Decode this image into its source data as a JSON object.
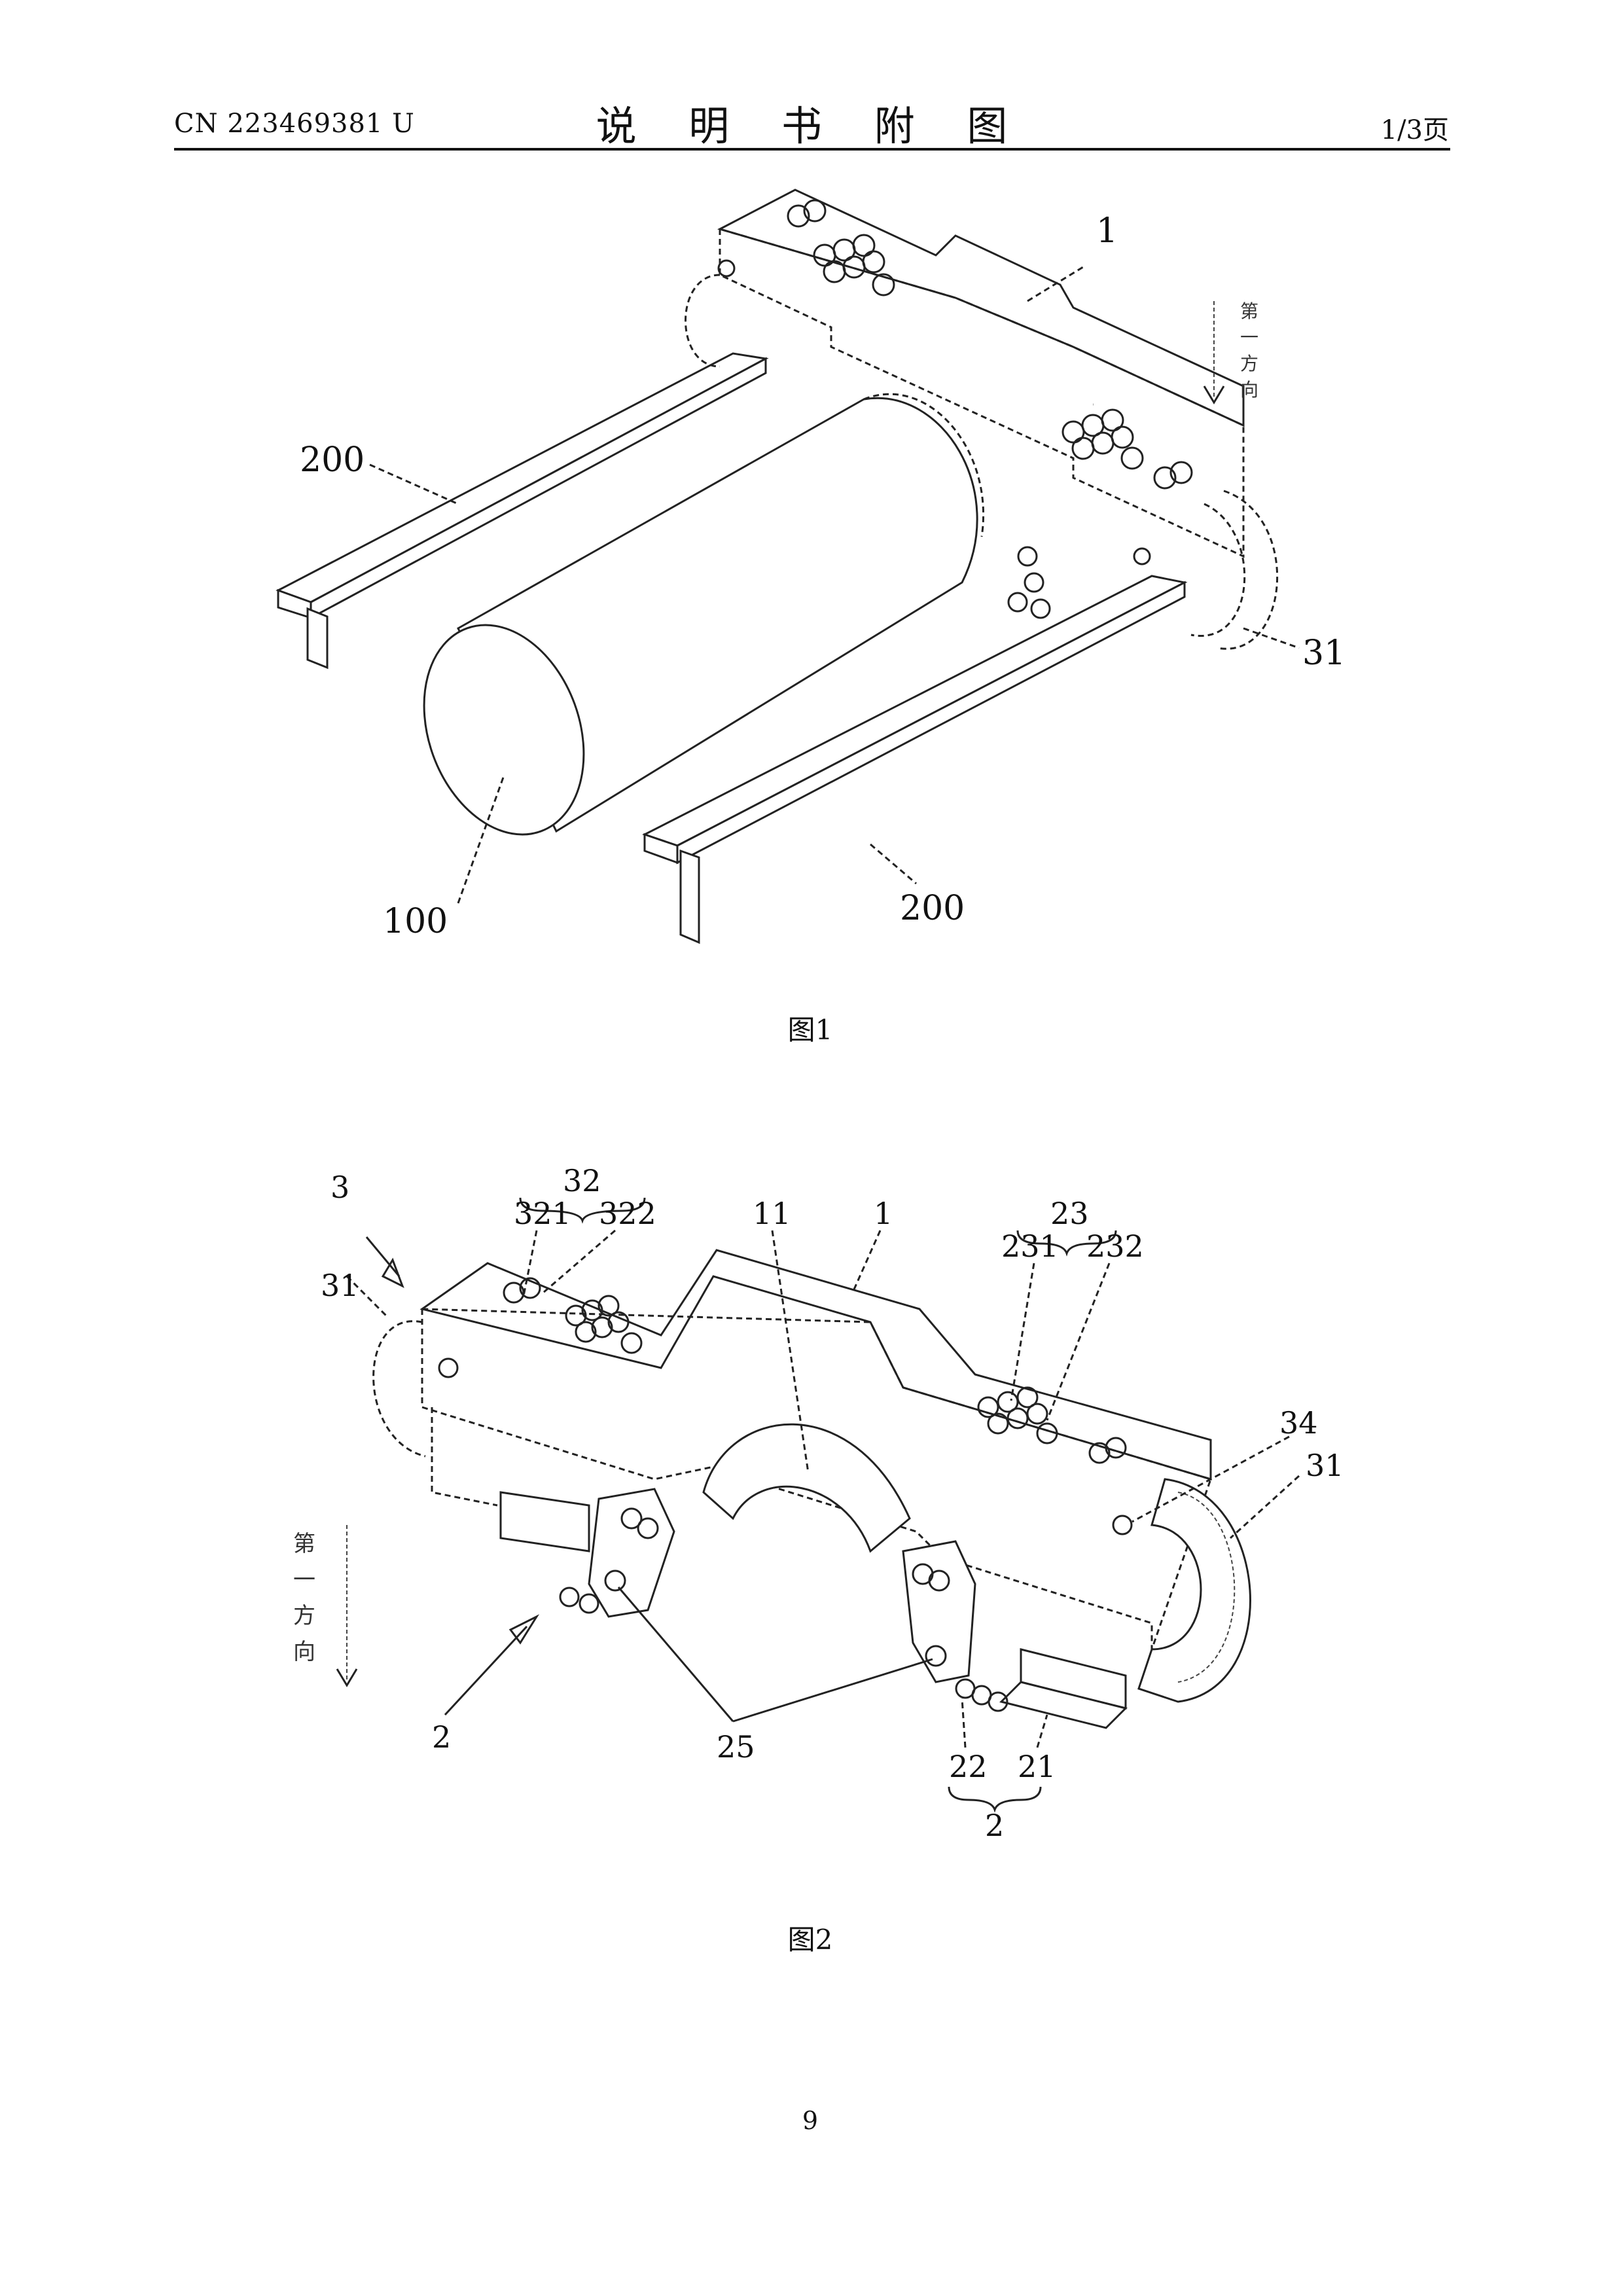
{
  "header": {
    "publication_number": "CN 223469381 U",
    "title": "说 明 书 附 图",
    "page_indicator": "1/3页"
  },
  "figure1": {
    "caption": "图1",
    "labels": {
      "frame": "1",
      "rail_left": "200",
      "rail_right": "200",
      "roller": "100",
      "hook": "31"
    },
    "direction_text": [
      "第",
      "一",
      "方",
      "向"
    ]
  },
  "figure2": {
    "caption": "图2",
    "labels": {
      "assembly3": "3",
      "group32": "32",
      "bolt321": "321",
      "bolt322": "322",
      "recess11": "11",
      "frame1": "1",
      "group23": "23",
      "bolt231": "231",
      "bolt232": "232",
      "hook_left": "31",
      "plate34": "34",
      "hook_right": "31",
      "assembly2": "2",
      "link25": "25",
      "part22": "22",
      "part21": "21",
      "group2": "2"
    },
    "direction_text": [
      "第",
      "一",
      "方",
      "向"
    ]
  },
  "page_number": "9"
}
